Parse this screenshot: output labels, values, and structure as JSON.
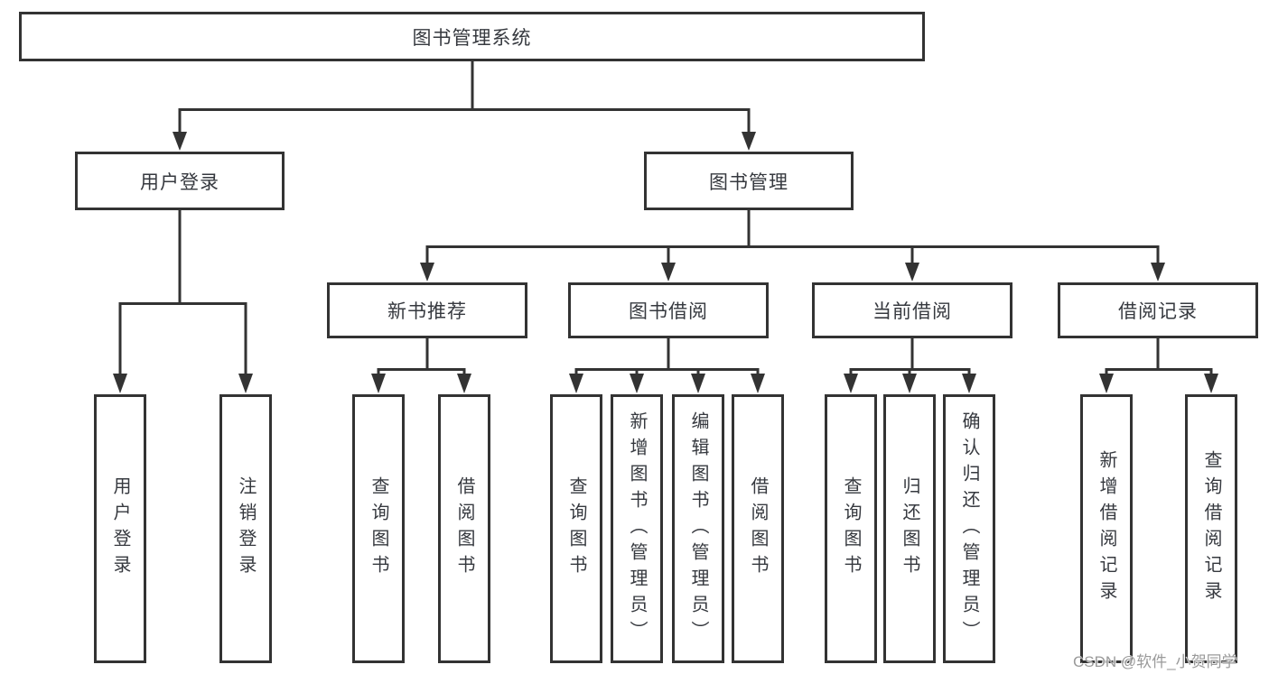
{
  "colors": {
    "line": "#333333",
    "box_border": "#333333",
    "text": "#36393f",
    "watermark": "#9a9a9a",
    "background": "#ffffff"
  },
  "watermark": {
    "text": "CSDN @软件_小贺同学"
  },
  "tree": {
    "label": "图书管理系统",
    "children": [
      {
        "label": "用户登录",
        "children": [
          {
            "label": "用户登录"
          },
          {
            "label": "注销登录"
          }
        ]
      },
      {
        "label": "图书管理",
        "children": [
          {
            "label": "新书推荐",
            "children": [
              {
                "label": "查询图书"
              },
              {
                "label": "借阅图书"
              }
            ]
          },
          {
            "label": "图书借阅",
            "children": [
              {
                "label": "查询图书"
              },
              {
                "label": "新增图书（管理员）"
              },
              {
                "label": "编辑图书（管理员）"
              },
              {
                "label": "借阅图书"
              }
            ]
          },
          {
            "label": "当前借阅",
            "children": [
              {
                "label": "查询图书"
              },
              {
                "label": "归还图书"
              },
              {
                "label": "确认归还（管理员）"
              }
            ]
          },
          {
            "label": "借阅记录",
            "children": [
              {
                "label": "新增借阅记录"
              },
              {
                "label": "查询借阅记录"
              }
            ]
          }
        ]
      }
    ]
  }
}
